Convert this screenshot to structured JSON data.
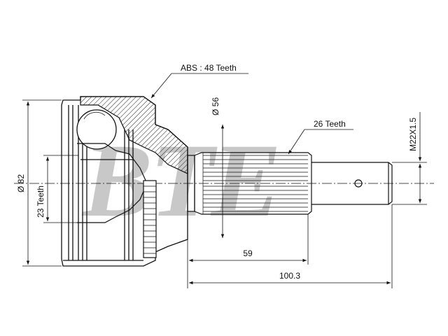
{
  "watermark": "BTE",
  "labels": {
    "abs": "ABS : 48 Teeth",
    "outer_teeth": "26 Teeth",
    "inner_teeth": "23 Teeth",
    "overall_diameter": "Ø 82",
    "neck_diameter": "Ø 56",
    "thread": "M22X1.5",
    "shaft_length": "59",
    "total_length": "100.3"
  },
  "colors": {
    "line": "#111111",
    "hatch": "#222222",
    "watermark": "#9a9a9a"
  }
}
